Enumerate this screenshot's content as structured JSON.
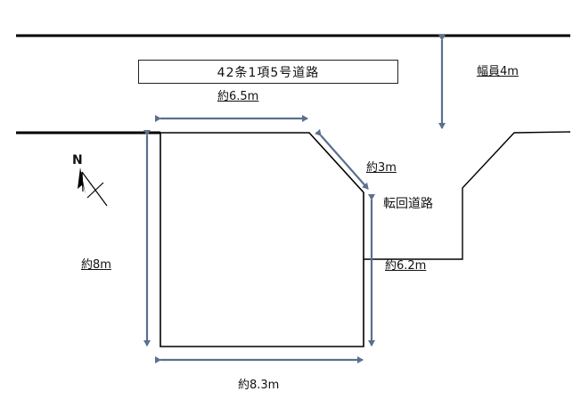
{
  "road_type_label": "42条1項5号道路",
  "road_width_label": "幅員4m",
  "turnaround_label": "転回道路",
  "north_label": "N",
  "dimensions": {
    "top": "約6.5m",
    "corner": "約3m",
    "left": "約8m",
    "right": "約6.2m",
    "bottom": "約8.3m"
  },
  "colors": {
    "line": "#000000",
    "arrow": "#5b6f8f"
  }
}
